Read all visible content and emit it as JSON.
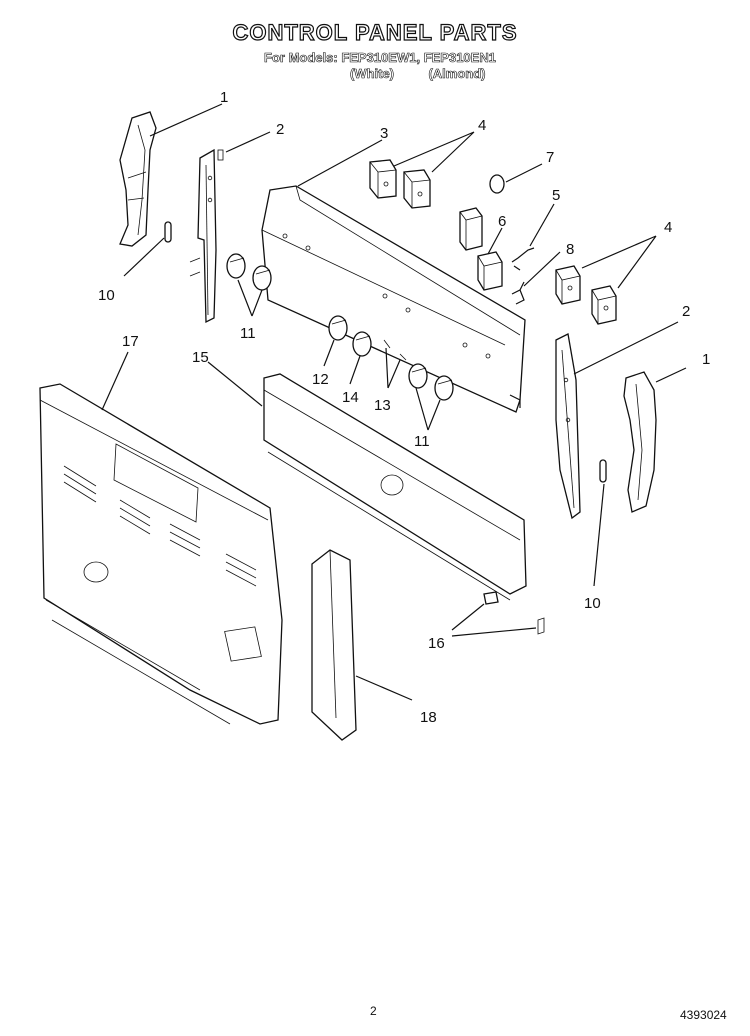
{
  "header": {
    "title": "CONTROL PANEL PARTS",
    "models_line": "For Models: FEP310EW1, FEP310EN1",
    "color_white": "(White)",
    "color_almond": "(Almond)"
  },
  "part_callouts": [
    "1",
    "2",
    "3",
    "4",
    "7",
    "5",
    "6",
    "4",
    "8",
    "10",
    "11",
    "2",
    "17",
    "15",
    "12",
    "14",
    "13",
    "1",
    "11",
    "10",
    "16",
    "18"
  ],
  "footer": {
    "page_number": "2",
    "doc_number": "4393024"
  }
}
